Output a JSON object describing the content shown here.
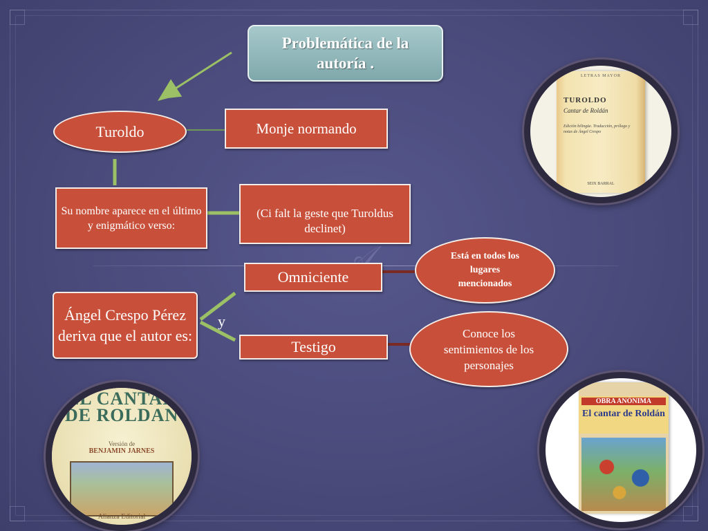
{
  "title": "Problemática de la autoría .",
  "nodes": {
    "turoldo": "Turoldo",
    "monje": "Monje normando",
    "nombre": "Su nombre aparece en el último y enigmático verso:",
    "verso": "(Ci falt la geste que Turoldus declinet)",
    "angel": "Ángel Crespo Pérez deriva que  el autor es:",
    "conjunction": "y",
    "omniciente": "Omniciente",
    "testigo": "Testigo",
    "esta": "Está en todos los lugares mencionados",
    "conoce": "Conoce los sentimientos de los personajes"
  },
  "books": {
    "turoldo": {
      "series": "LETRAS MAYOR",
      "author": "TUROLDO",
      "work": "Cantar de Roldán",
      "notes": "Edición bilingüe. Traducción, prólogo y notas de Ángel Crespo",
      "publisher": "SEIX BARRAL"
    },
    "roldan": {
      "title": "EL CANTAR DE ROLDAN",
      "version": "Versión de",
      "translator": "BENJAMIN JARNES",
      "publisher": "Alianza Editorial"
    },
    "anonima": {
      "banner": "OBRA ANÓNIMA",
      "title": "El cantar de Roldán"
    }
  },
  "colors": {
    "background": "#4b4c7e",
    "box_fill": "#c8503a",
    "title_fill": "#8fb5b8",
    "arrow_green": "#9bc065",
    "connector_dark": "#7a2a22"
  }
}
